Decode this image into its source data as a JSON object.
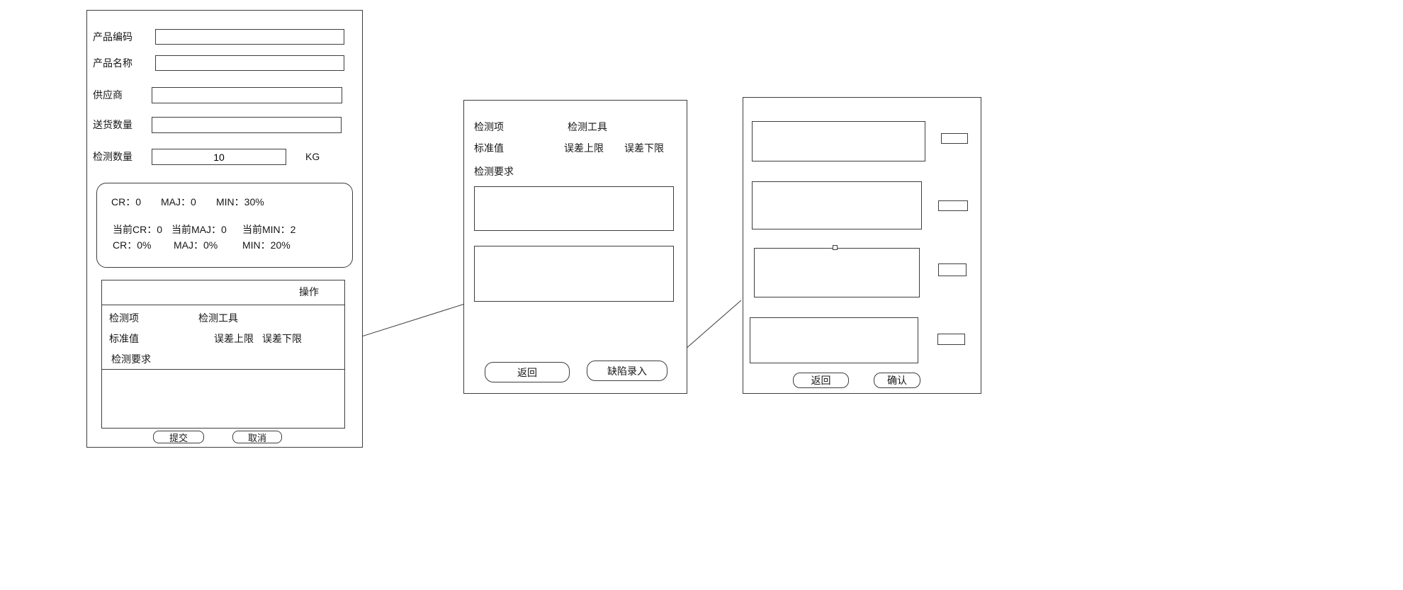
{
  "left_form": {
    "product_code_label": "产品编码",
    "product_code_value": "",
    "product_name_label": "产品名称",
    "product_name_value": "",
    "supplier_label": "供应商",
    "supplier_value": "",
    "delivery_qty_label": "送货数量",
    "delivery_qty_value": "",
    "inspect_qty_label": "检测数量",
    "inspect_qty_value": "10",
    "inspect_qty_unit": "KG",
    "stats": {
      "rows": [
        [
          "CR：0",
          "MAJ：0",
          "MIN：30%"
        ],
        [
          "当前CR：0",
          "当前MAJ：0",
          "当前MIN：2"
        ],
        [
          "CR：0%",
          "MAJ：0%",
          "MIN：20%"
        ]
      ]
    },
    "table": {
      "action_header": "操作",
      "item_label": "检测项",
      "tool_label": "检测工具",
      "standard_label": "标准值",
      "upper_limit_label": "误差上限",
      "lower_limit_label": "误差下限",
      "requirement_label": "检测要求"
    },
    "submit_label": "提交",
    "cancel_label": "取消"
  },
  "detail_form": {
    "item_label": "检测项",
    "tool_label": "检测工具",
    "standard_label": "标准值",
    "upper_limit_label": "误差上限",
    "lower_limit_label": "误差下限",
    "requirement_label": "检测要求",
    "back_label": "返回",
    "defect_entry_label": "缺陷录入"
  },
  "defect_form": {
    "back_label": "返回",
    "confirm_label": "确认"
  }
}
